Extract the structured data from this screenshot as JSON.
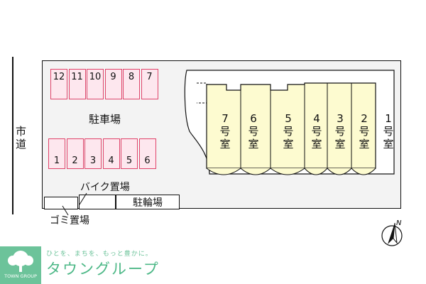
{
  "street": {
    "label": "市道"
  },
  "parking": {
    "label": "駐車場",
    "top_row": [
      "12",
      "11",
      "10",
      "9",
      "8",
      "7"
    ],
    "bottom_row": [
      "1",
      "2",
      "3",
      "4",
      "5",
      "6"
    ]
  },
  "facilities": {
    "bike": "バイク置場",
    "bicycle": "駐輪場",
    "garbage": "ゴミ置場"
  },
  "units": [
    {
      "num": "7",
      "a": "号",
      "b": "室"
    },
    {
      "num": "6",
      "a": "号",
      "b": "室"
    },
    {
      "num": "5",
      "a": "号",
      "b": "室"
    },
    {
      "num": "4",
      "a": "号",
      "b": "室"
    },
    {
      "num": "3",
      "a": "号",
      "b": "室"
    },
    {
      "num": "2",
      "a": "号",
      "b": "室"
    },
    {
      "num": "1",
      "a": "号",
      "b": "室"
    }
  ],
  "compass": {
    "label": "N"
  },
  "brand": {
    "tagline": "ひとを、まちを、もっと豊かに。",
    "name": "タウングループ",
    "logo_text": "TOWN GROUP"
  },
  "colors": {
    "parking_stroke": "#e0436a",
    "parking_fill": "#fde7ee",
    "unit_fill": "#fdfbd0",
    "brand": "#4db887"
  }
}
